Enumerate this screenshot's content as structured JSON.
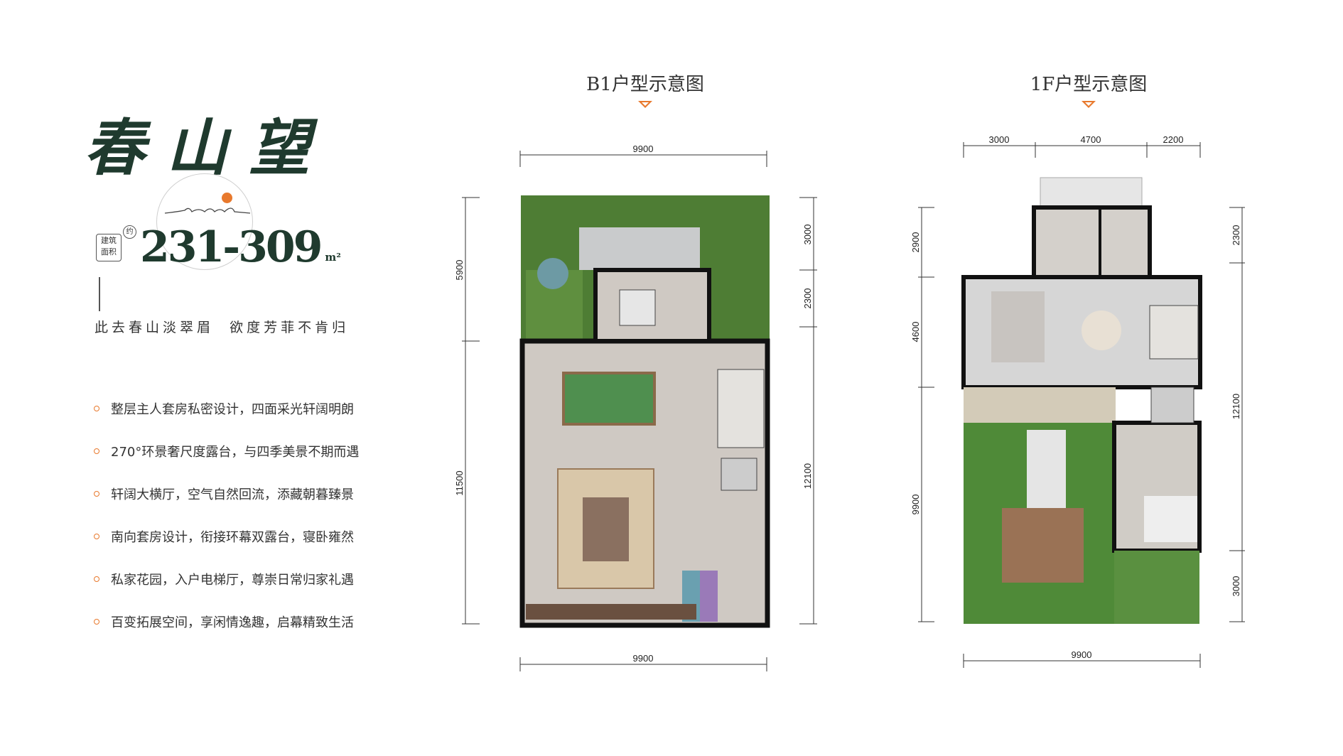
{
  "header": {
    "title": "春山望",
    "area_label_line1": "建筑",
    "area_label_line2": "面积",
    "area_label_approx": "约",
    "area_value": "231-309",
    "area_unit": "m²",
    "poem": "此去春山淡翠眉  欲度芳菲不肯归"
  },
  "features": [
    "整层主人套房私密设计，四面采光轩阔明朗",
    "270°环景奢尺度露台，与四季美景不期而遇",
    "轩阔大横厅，空气自然回流，添藏朝暮臻景",
    "南向套房设计，衔接环幕双露台，寝卧雍然",
    "私家花园，入户电梯厅，尊崇日常归家礼遇",
    "百变拓展空间，享闲情逸趣，启幕精致生活"
  ],
  "plans": {
    "b1": {
      "title": "B1户型示意图",
      "dims": {
        "top": "9900",
        "bottom": "9900",
        "left": [
          "5900",
          "11500"
        ],
        "right": [
          "3000",
          "2300",
          "12100"
        ]
      }
    },
    "f1": {
      "title": "1F户型示意图",
      "dims": {
        "top": [
          "3000",
          "4700",
          "2200"
        ],
        "bottom": "9900",
        "left": [
          "2900",
          "4600",
          "9900"
        ],
        "right": [
          "2300",
          "12100",
          "3000"
        ]
      }
    }
  },
  "colors": {
    "brand_green": "#1f3a2e",
    "accent_orange": "#e8792d"
  }
}
